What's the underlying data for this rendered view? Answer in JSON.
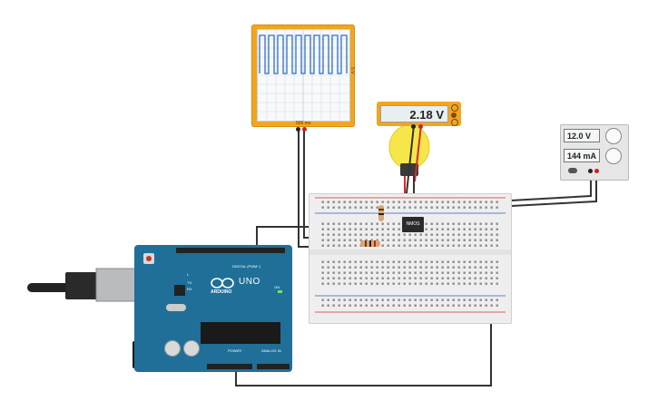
{
  "oscilloscope": {
    "bottom_label": "500 ms",
    "side_label": "5 V",
    "waveform": "square"
  },
  "multimeter": {
    "reading": "2.18 V"
  },
  "power_supply": {
    "voltage": "12.0 V",
    "current": "144 mA"
  },
  "transistor": {
    "label": "NMOS"
  },
  "arduino": {
    "logo_text": "ARDUINO",
    "model": "UNO",
    "digital_label": "DIGITAL (PWM~)",
    "power_label": "POWER",
    "analog_label": "ANALOG IN",
    "on_label": "ON",
    "tx_label": "TX",
    "rx_label": "RX",
    "l_label": "L"
  },
  "colors": {
    "instrument_orange": "#f2a51f",
    "arduino_blue": "#1f6f98",
    "wire_dark": "#333333",
    "wire_red": "#d22c2c",
    "scope_trace": "#2f6fc9",
    "bulb_yellow": "#f7e64a"
  }
}
